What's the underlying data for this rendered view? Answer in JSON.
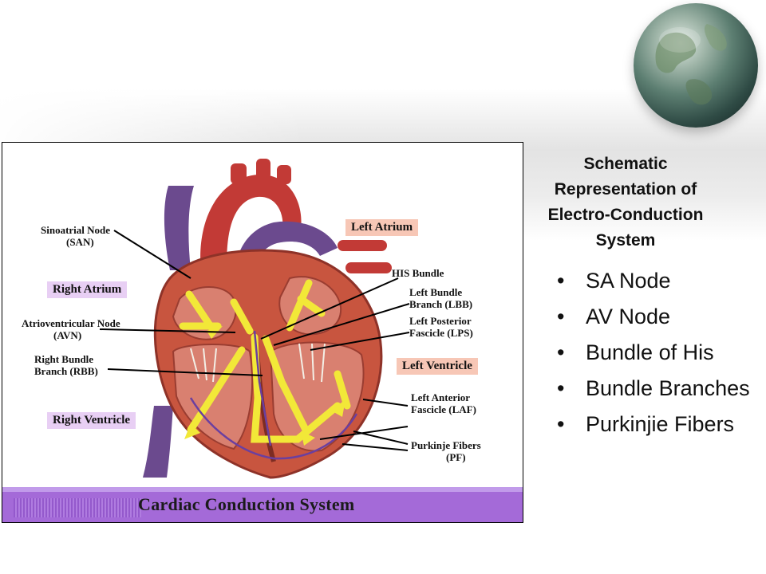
{
  "slide": {
    "title_lines": [
      "Schematic",
      "Representation of",
      "Electro-Conduction",
      "System"
    ],
    "bullets": [
      "SA Node",
      "AV Node",
      "Bundle of His",
      "Bundle Branches",
      "Purkinjie Fibers"
    ],
    "bullet_glyph": "•"
  },
  "diagram": {
    "caption": "Cardiac Conduction System",
    "labels": {
      "san": [
        "Sinoatrial Node",
        "(SAN)"
      ],
      "right_atrium": "Right Atrium",
      "avn": [
        "Atrioventricular Node",
        "(AVN)"
      ],
      "rbb": [
        "Right Bundle",
        "Branch (RBB)"
      ],
      "right_ventricle": "Right Ventricle",
      "left_atrium": "Left Atrium",
      "his": "HIS Bundle",
      "lbb": [
        "Left Bundle",
        "Branch (LBB)"
      ],
      "lps": [
        "Left Posterior",
        "Fascicle (LPS)"
      ],
      "left_ventricle": "Left Ventricle",
      "laf": [
        "Left Anterior",
        "Fascicle (LAF)"
      ],
      "pf": [
        "Purkinje Fibers",
        "(PF)"
      ]
    },
    "colors": {
      "muscle": "#c8553f",
      "vessel_blue": "#6b4a8e",
      "vessel_red": "#c23a36",
      "conduction": "#f2e838",
      "caption_bar": "#a46ad8",
      "tag_purple": "#e8cff4",
      "tag_salmon": "#f7c7b6"
    }
  },
  "decor": {
    "globe_icon": "earth-globe-icon"
  }
}
